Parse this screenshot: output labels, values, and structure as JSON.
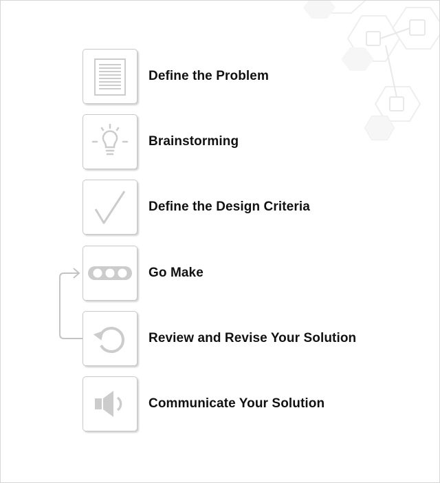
{
  "steps": [
    {
      "label": "Define the Problem",
      "icon": "document-icon"
    },
    {
      "label": "Brainstorming",
      "icon": "lightbulb-icon"
    },
    {
      "label": "Define the Design Criteria",
      "icon": "checkmark-icon"
    },
    {
      "label": "Go Make",
      "icon": "three-dots-icon"
    },
    {
      "label": "Review and Revise Your Solution",
      "icon": "refresh-icon"
    },
    {
      "label": "Communicate Your Solution",
      "icon": "speaker-icon"
    }
  ],
  "colors": {
    "icon_gray": "#cccccc",
    "border_gray": "#c8c8c8",
    "text": "#111111",
    "deco": "#eeeeee"
  }
}
